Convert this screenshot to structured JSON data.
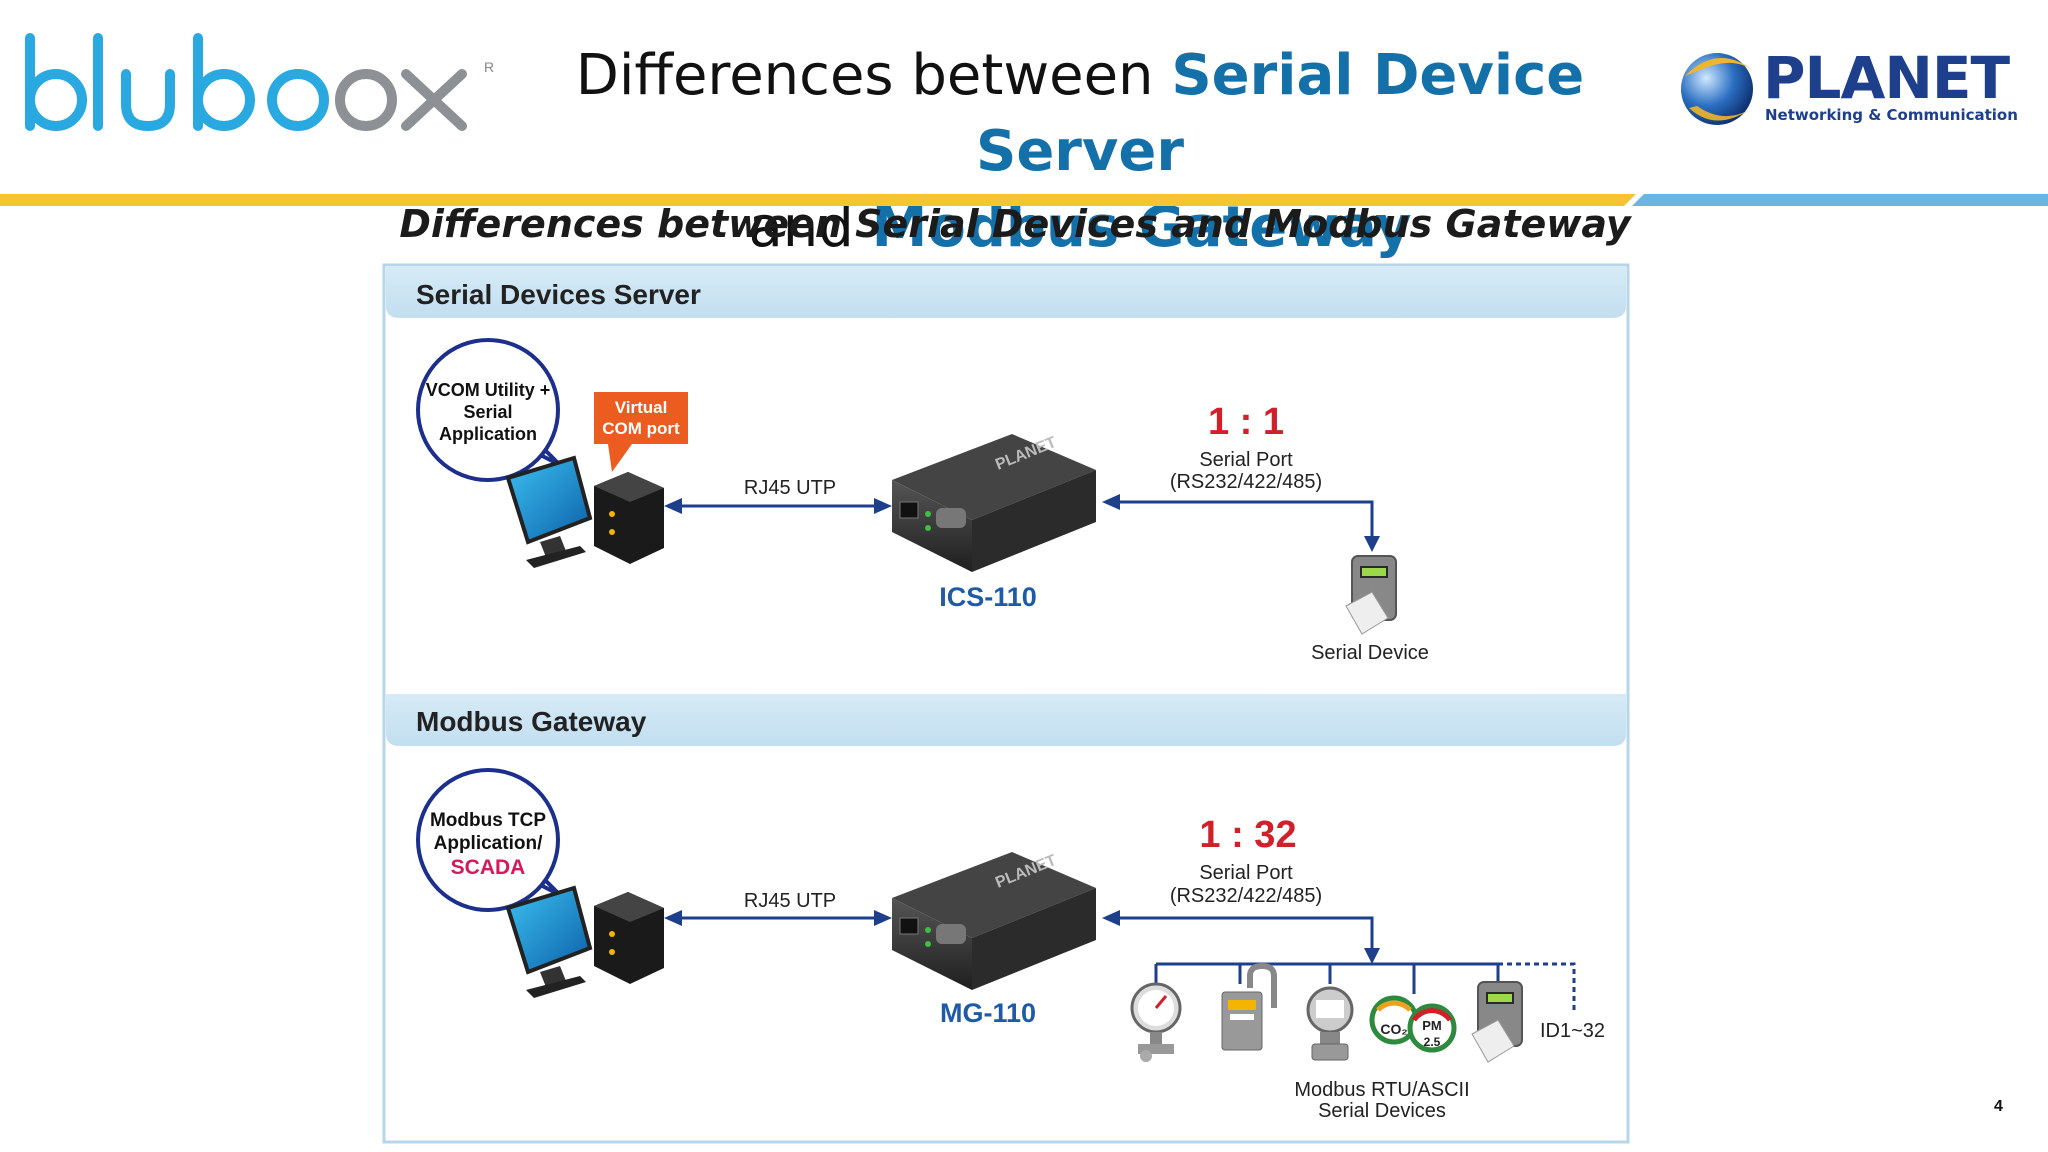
{
  "slide": {
    "title_part1": "Differences between ",
    "title_hl1": "Serial Device Server",
    "title_part2": "and ",
    "title_hl2": "Modbus Gateway",
    "logo_left_text": "bluboxx",
    "logo_left_mark": "R",
    "logo_right_name": "PLANET",
    "logo_right_tagline": "Networking & Communication",
    "page_number": "4"
  },
  "diagram": {
    "heading": "Differences between Serial Devices and Modbus Gateway",
    "sections": [
      {
        "header": "Serial Devices Server",
        "bubble_lines": [
          "VCOM Utility +",
          "Serial",
          "Application"
        ],
        "callout_lines": [
          "Virtual",
          "COM port"
        ],
        "link_label": "RJ45 UTP",
        "device_model": "ICS-110",
        "device_brand": "PLANET",
        "ratio": "1 : 1",
        "port_label": "Serial Port",
        "port_types": "(RS232/422/485)",
        "end_label": "Serial Device"
      },
      {
        "header": "Modbus Gateway",
        "bubble_lines": [
          "Modbus TCP",
          "Application/",
          "SCADA"
        ],
        "link_label": "RJ45 UTP",
        "device_model": "MG-110",
        "device_brand": "PLANET",
        "ratio": "1 : 32",
        "port_label": "Serial Port",
        "port_types": "(RS232/422/485)",
        "id_range": "ID1~32",
        "devices_lines": [
          "Modbus RTU/ASCII",
          "Serial Devices"
        ],
        "sensor_co2": "CO₂",
        "sensor_pm": "PM",
        "sensor_pm_val": "2.5"
      }
    ]
  },
  "colors": {
    "accent_blue": "#1470a8",
    "ratio_red": "#d0202a",
    "model_blue": "#1e5aa8",
    "callout_orange": "#ec5b1f",
    "scada_pink": "#d6185c",
    "stripe_yellow": "#f3c531",
    "stripe_blue": "#6ab5e2",
    "bubble_border": "#1d2f8c"
  }
}
